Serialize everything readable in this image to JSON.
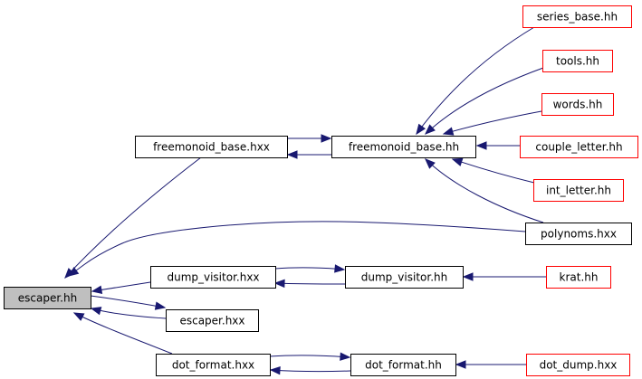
{
  "colors": {
    "edge": "#191970",
    "node_border_default": "#000000",
    "node_border_external": "#ff0000",
    "node_fill_default": "#ffffff",
    "node_fill_highlight": "#bfbfbf"
  },
  "nodes": [
    {
      "id": "escaper_hh",
      "label": "escaper.hh",
      "kind": "highlight"
    },
    {
      "id": "freemonoid_base_hxx",
      "label": "freemonoid_base.hxx",
      "kind": "default"
    },
    {
      "id": "freemonoid_base_hh",
      "label": "freemonoid_base.hh",
      "kind": "default"
    },
    {
      "id": "series_base_hh",
      "label": "series_base.hh",
      "kind": "external"
    },
    {
      "id": "tools_hh",
      "label": "tools.hh",
      "kind": "external"
    },
    {
      "id": "words_hh",
      "label": "words.hh",
      "kind": "external"
    },
    {
      "id": "couple_letter_hh",
      "label": "couple_letter.hh",
      "kind": "external"
    },
    {
      "id": "int_letter_hh",
      "label": "int_letter.hh",
      "kind": "external"
    },
    {
      "id": "polynoms_hxx",
      "label": "polynoms.hxx",
      "kind": "default"
    },
    {
      "id": "dump_visitor_hxx",
      "label": "dump_visitor.hxx",
      "kind": "default"
    },
    {
      "id": "dump_visitor_hh",
      "label": "dump_visitor.hh",
      "kind": "default"
    },
    {
      "id": "krat_hh",
      "label": "krat.hh",
      "kind": "external"
    },
    {
      "id": "escaper_hxx",
      "label": "escaper.hxx",
      "kind": "default"
    },
    {
      "id": "dot_format_hxx",
      "label": "dot_format.hxx",
      "kind": "default"
    },
    {
      "id": "dot_format_hh",
      "label": "dot_format.hh",
      "kind": "default"
    },
    {
      "id": "dot_dump_hxx",
      "label": "dot_dump.hxx",
      "kind": "external"
    }
  ],
  "edges": [
    {
      "from": "freemonoid_base_hxx",
      "to": "escaper_hh"
    },
    {
      "from": "polynoms_hxx",
      "to": "escaper_hh"
    },
    {
      "from": "dump_visitor_hxx",
      "to": "escaper_hh"
    },
    {
      "from": "escaper_hxx",
      "to": "escaper_hh"
    },
    {
      "from": "dot_format_hxx",
      "to": "escaper_hh"
    },
    {
      "from": "freemonoid_base_hh",
      "to": "freemonoid_base_hxx"
    },
    {
      "from": "freemonoid_base_hxx",
      "to": "freemonoid_base_hh"
    },
    {
      "from": "series_base_hh",
      "to": "freemonoid_base_hh"
    },
    {
      "from": "tools_hh",
      "to": "freemonoid_base_hh"
    },
    {
      "from": "words_hh",
      "to": "freemonoid_base_hh"
    },
    {
      "from": "couple_letter_hh",
      "to": "freemonoid_base_hh"
    },
    {
      "from": "int_letter_hh",
      "to": "freemonoid_base_hh"
    },
    {
      "from": "polynoms_hxx",
      "to": "freemonoid_base_hh"
    },
    {
      "from": "dump_visitor_hh",
      "to": "dump_visitor_hxx"
    },
    {
      "from": "dump_visitor_hxx",
      "to": "dump_visitor_hh"
    },
    {
      "from": "krat_hh",
      "to": "dump_visitor_hh"
    },
    {
      "from": "escaper_hh",
      "to": "escaper_hxx"
    },
    {
      "from": "dot_format_hh",
      "to": "dot_format_hxx"
    },
    {
      "from": "dot_format_hxx",
      "to": "dot_format_hh"
    },
    {
      "from": "dot_dump_hxx",
      "to": "dot_format_hh"
    }
  ]
}
